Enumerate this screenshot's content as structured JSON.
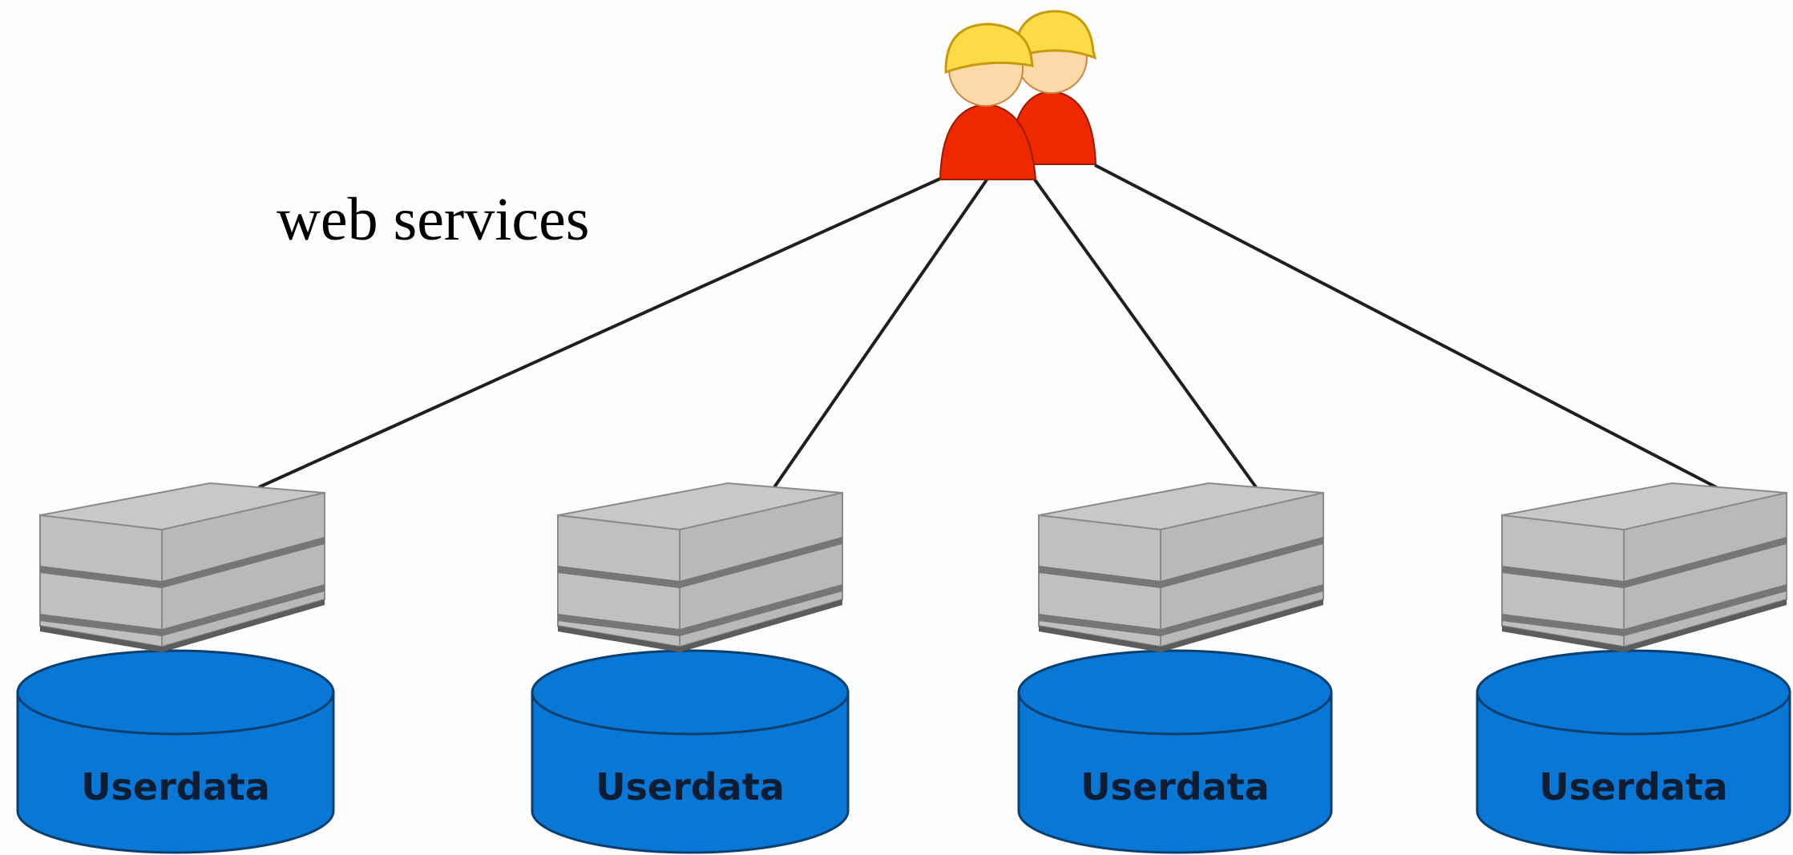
{
  "diagram": {
    "caption": "web services",
    "users_icon": "two-users-icon",
    "nodes": [
      {
        "server_icon": "server-icon",
        "database_icon": "database-icon",
        "label": "Userdata"
      },
      {
        "server_icon": "server-icon",
        "database_icon": "database-icon",
        "label": "Userdata"
      },
      {
        "server_icon": "server-icon",
        "database_icon": "database-icon",
        "label": "Userdata"
      },
      {
        "server_icon": "server-icon",
        "database_icon": "database-icon",
        "label": "Userdata"
      }
    ]
  },
  "colors": {
    "background": "#fdfdfd",
    "connector": "#1f1f1f",
    "database_fill": "#0877d5",
    "database_edge": "#0a3f6e",
    "database_label": "#0f1d33",
    "server_face": "#c0c0c0",
    "server_top": "#c8c8c8",
    "server_side": "#b9b9b9",
    "server_stripe": "#767676",
    "user_shirt": "#f02800",
    "user_face": "#fcd9a9",
    "user_hair": "#fbdb4a"
  }
}
